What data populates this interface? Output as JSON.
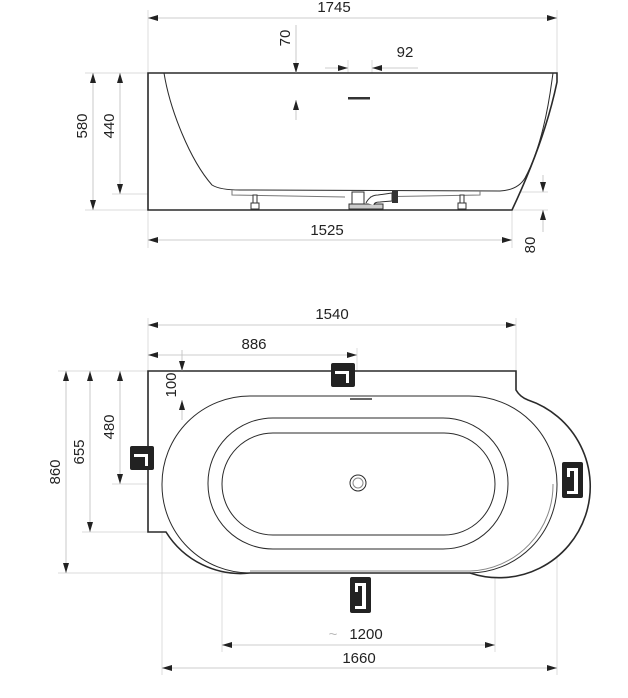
{
  "side_view": {
    "overall_length": "1745",
    "base_length": "1525",
    "overall_height": "580",
    "inner_depth": "440",
    "overflow_offset": "70",
    "overflow_width": "92",
    "waste_height": "80"
  },
  "plan_view": {
    "back_width": "1540",
    "drain_position": "886",
    "overflow_offset": "100",
    "drain_from_back": "480",
    "back_depth": "655",
    "overall_depth": "860",
    "inner_length": "1200",
    "inner_length_prefix": "~",
    "oval_length": "1660"
  },
  "icons": [
    "faucet-icon-wall-top",
    "faucet-icon-wall-left",
    "faucet-icon-freestanding-right",
    "faucet-icon-freestanding-bottom"
  ]
}
